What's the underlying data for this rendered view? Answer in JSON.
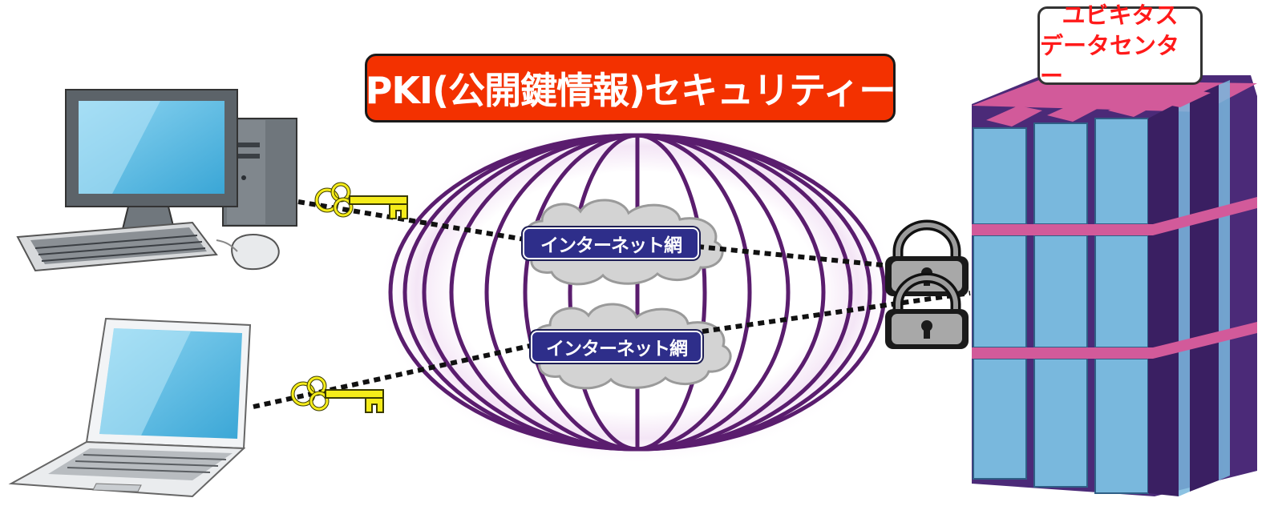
{
  "title": "PKI(公開鍵情報)セキュリティー",
  "data_center": {
    "label_line1": "ユビキタス",
    "label_line2": "データセンター"
  },
  "network": {
    "upper_label": "インターネット網",
    "lower_label": "インターネット網"
  },
  "colors": {
    "title_bg": "#f33100",
    "title_text": "#ffffff",
    "dc_label_text": "#ff1a1a",
    "net_tag_bg": "#2e2e8a",
    "globe_stroke": "#5a1d6e",
    "key": "#f5ec1a",
    "server_face": "#79b8dd",
    "server_side": "#4b2a78",
    "server_top": "#d25a9a",
    "screen": "#57b9e0"
  },
  "icons": [
    "desktop-computer-icon",
    "laptop-icon",
    "key-icon",
    "padlock-icon",
    "cloud-icon",
    "globe-icon",
    "server-cluster-icon"
  ]
}
